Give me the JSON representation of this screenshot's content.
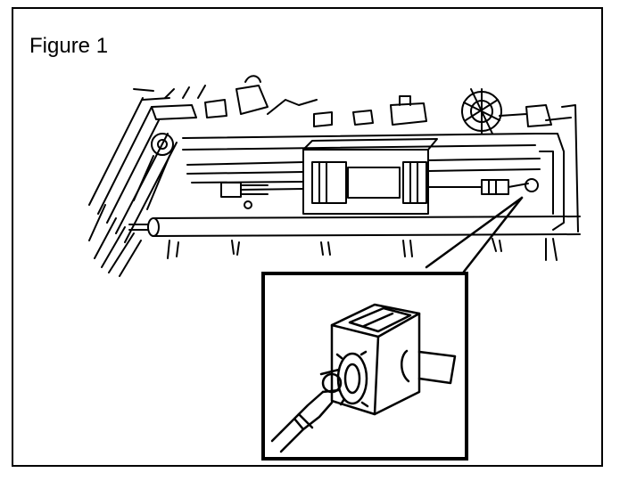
{
  "figure": {
    "title": "Figure 1"
  },
  "icons": {
    "main_view": "engine-bay-overview-illustration",
    "detail_view": "solenoid-connector-closeup-illustration"
  },
  "colors": {
    "ink": "#000000",
    "paper": "#ffffff"
  }
}
